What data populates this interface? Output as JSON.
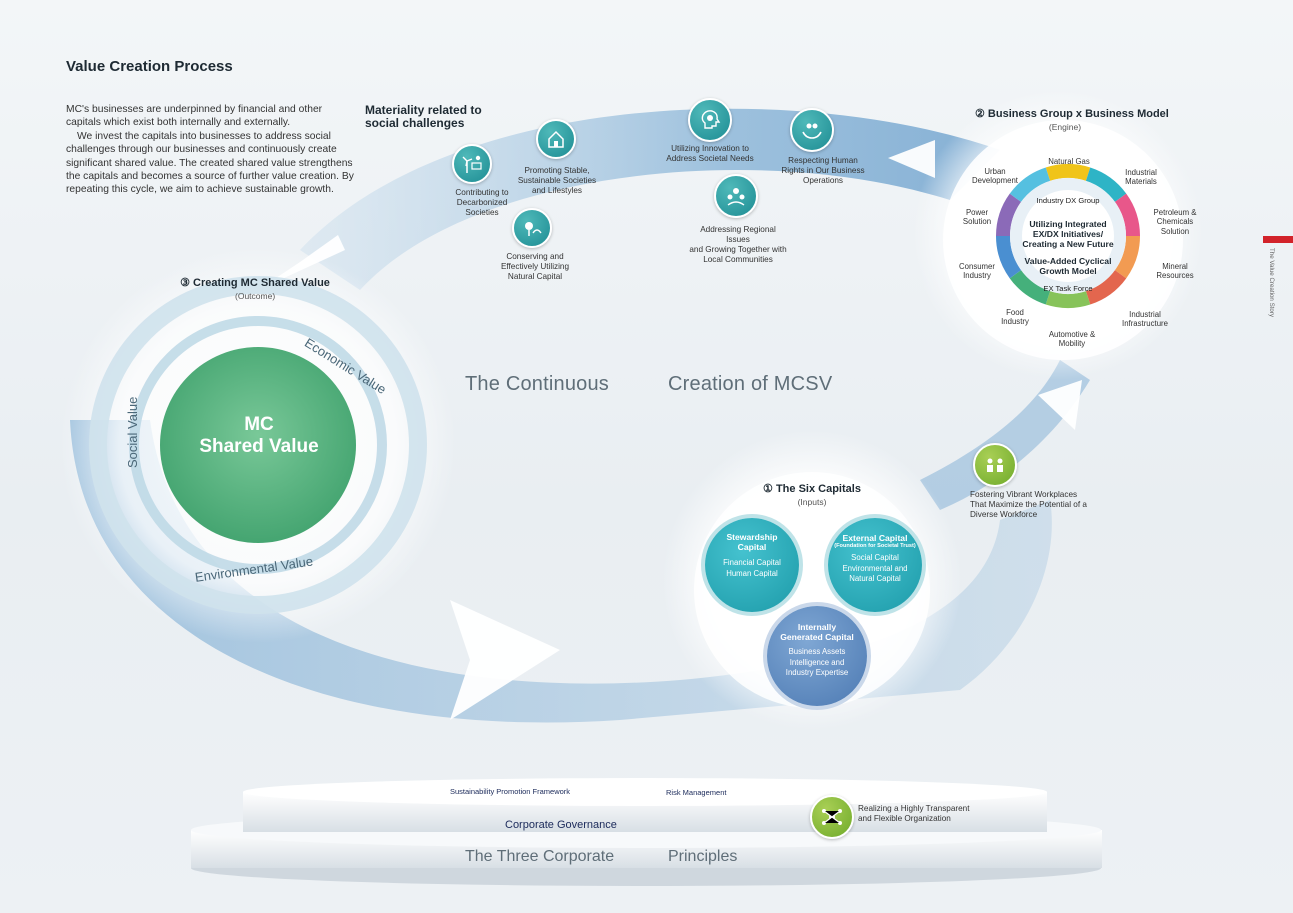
{
  "page": {
    "title": "Value Creation Process",
    "intro_p1": "MC's businesses are underpinned by financial and other capitals which exist both internally and externally.",
    "intro_p2": "We invest the capitals into businesses to address social challenges through our businesses and continuously create significant shared value. The created shared value strengthens the capitals and becomes a source of further value creation. By repeating this cycle, we aim to achieve sustainable growth.",
    "side_label": "The Value Creation Story"
  },
  "materiality": {
    "heading_1": "Materiality related to",
    "heading_2": "social challenges",
    "items": [
      {
        "l1": "Contributing to",
        "l2": "Decarbonized",
        "l3": "Societies",
        "icon": "wind-solar-icon"
      },
      {
        "l1": "Promoting Stable,",
        "l2": "Sustainable Societies",
        "l3": "and Lifestyles",
        "icon": "home-lifestyle-icon"
      },
      {
        "l1": "Conserving and",
        "l2": "Effectively Utilizing",
        "l3": "Natural Capital",
        "icon": "nature-icon"
      },
      {
        "l1": "Utilizing Innovation to",
        "l2": "Address Societal Needs",
        "l3": "",
        "icon": "lightbulb-head-icon"
      },
      {
        "l1": "Addressing Regional Issues",
        "l2": "and Growing Together with",
        "l3": "Local Communities",
        "icon": "community-icon"
      },
      {
        "l1": "Respecting Human",
        "l2": "Rights in Our Business",
        "l3": "Operations",
        "icon": "hands-people-icon"
      },
      {
        "l1": "Fostering Vibrant Workplaces",
        "l2": "That Maximize the Potential of a",
        "l3": "Diverse Workforce",
        "icon": "workforce-icon"
      },
      {
        "l1": "Realizing a Highly Transparent",
        "l2": "and Flexible Organization",
        "l3": "",
        "icon": "network-icon"
      }
    ]
  },
  "business_model": {
    "heading": "② Business Group x Business Model",
    "sub": "(Engine)",
    "groups": {
      "natural_gas": "Natural Gas",
      "industrial_materials_1": "Industrial",
      "industrial_materials_2": "Materials",
      "petroleum_1": "Petroleum &",
      "petroleum_2": "Chemicals",
      "petroleum_3": "Solution",
      "mineral_1": "Mineral",
      "mineral_2": "Resources",
      "infra_1": "Industrial",
      "infra_2": "Infrastructure",
      "auto_1": "Automotive &",
      "auto_2": "Mobility",
      "food_1": "Food",
      "food_2": "Industry",
      "consumer_1": "Consumer",
      "consumer_2": "Industry",
      "power_1": "Power",
      "power_2": "Solution",
      "urban_1": "Urban",
      "urban_2": "Development"
    },
    "ring_top": "Industry DX Group",
    "ring_bottom": "EX Task Force",
    "center_1": "Utilizing Integrated",
    "center_2": "EX/DX Initiatives/",
    "center_3": "Creating a New Future",
    "center_4": "Value-Added Cyclical",
    "center_5": "Growth Model",
    "colors": [
      "#f0c419",
      "#2eb4c6",
      "#e8578a",
      "#f29b52",
      "#e3664e",
      "#87c35a",
      "#45b07b",
      "#4a8fd1",
      "#8b6ab8",
      "#55c0e0"
    ]
  },
  "outcome": {
    "heading": "③ Creating MC Shared Value",
    "sub": "(Outcome)",
    "center_1": "MC",
    "center_2": "Shared Value",
    "economic": "Economic Value",
    "social": "Social Value",
    "environmental": "Environmental Value"
  },
  "flow": {
    "word_1": "The Continuous",
    "word_2": "Creation of MCSV"
  },
  "capitals": {
    "heading": "① The Six Capitals",
    "sub": "(Inputs)",
    "stewardship_1": "Stewardship",
    "stewardship_2": "Capital",
    "stewardship_a": "Financial Capital",
    "stewardship_b": "Human Capital",
    "external_1": "External Capital",
    "external_2": "(Foundation for Societal Trust)",
    "external_a": "Social Capital",
    "external_b": "Environmental and",
    "external_c": "Natural Capital",
    "internal_1": "Internally",
    "internal_2": "Generated Capital",
    "internal_a": "Business Assets",
    "internal_b": "Intelligence and",
    "internal_c": "Industry Expertise"
  },
  "platform": {
    "sustainability": "Sustainability Promotion Framework",
    "risk": "Risk Management",
    "governance": "Corporate Governance",
    "principles_1": "The Three Corporate",
    "principles_2": "Principles"
  }
}
